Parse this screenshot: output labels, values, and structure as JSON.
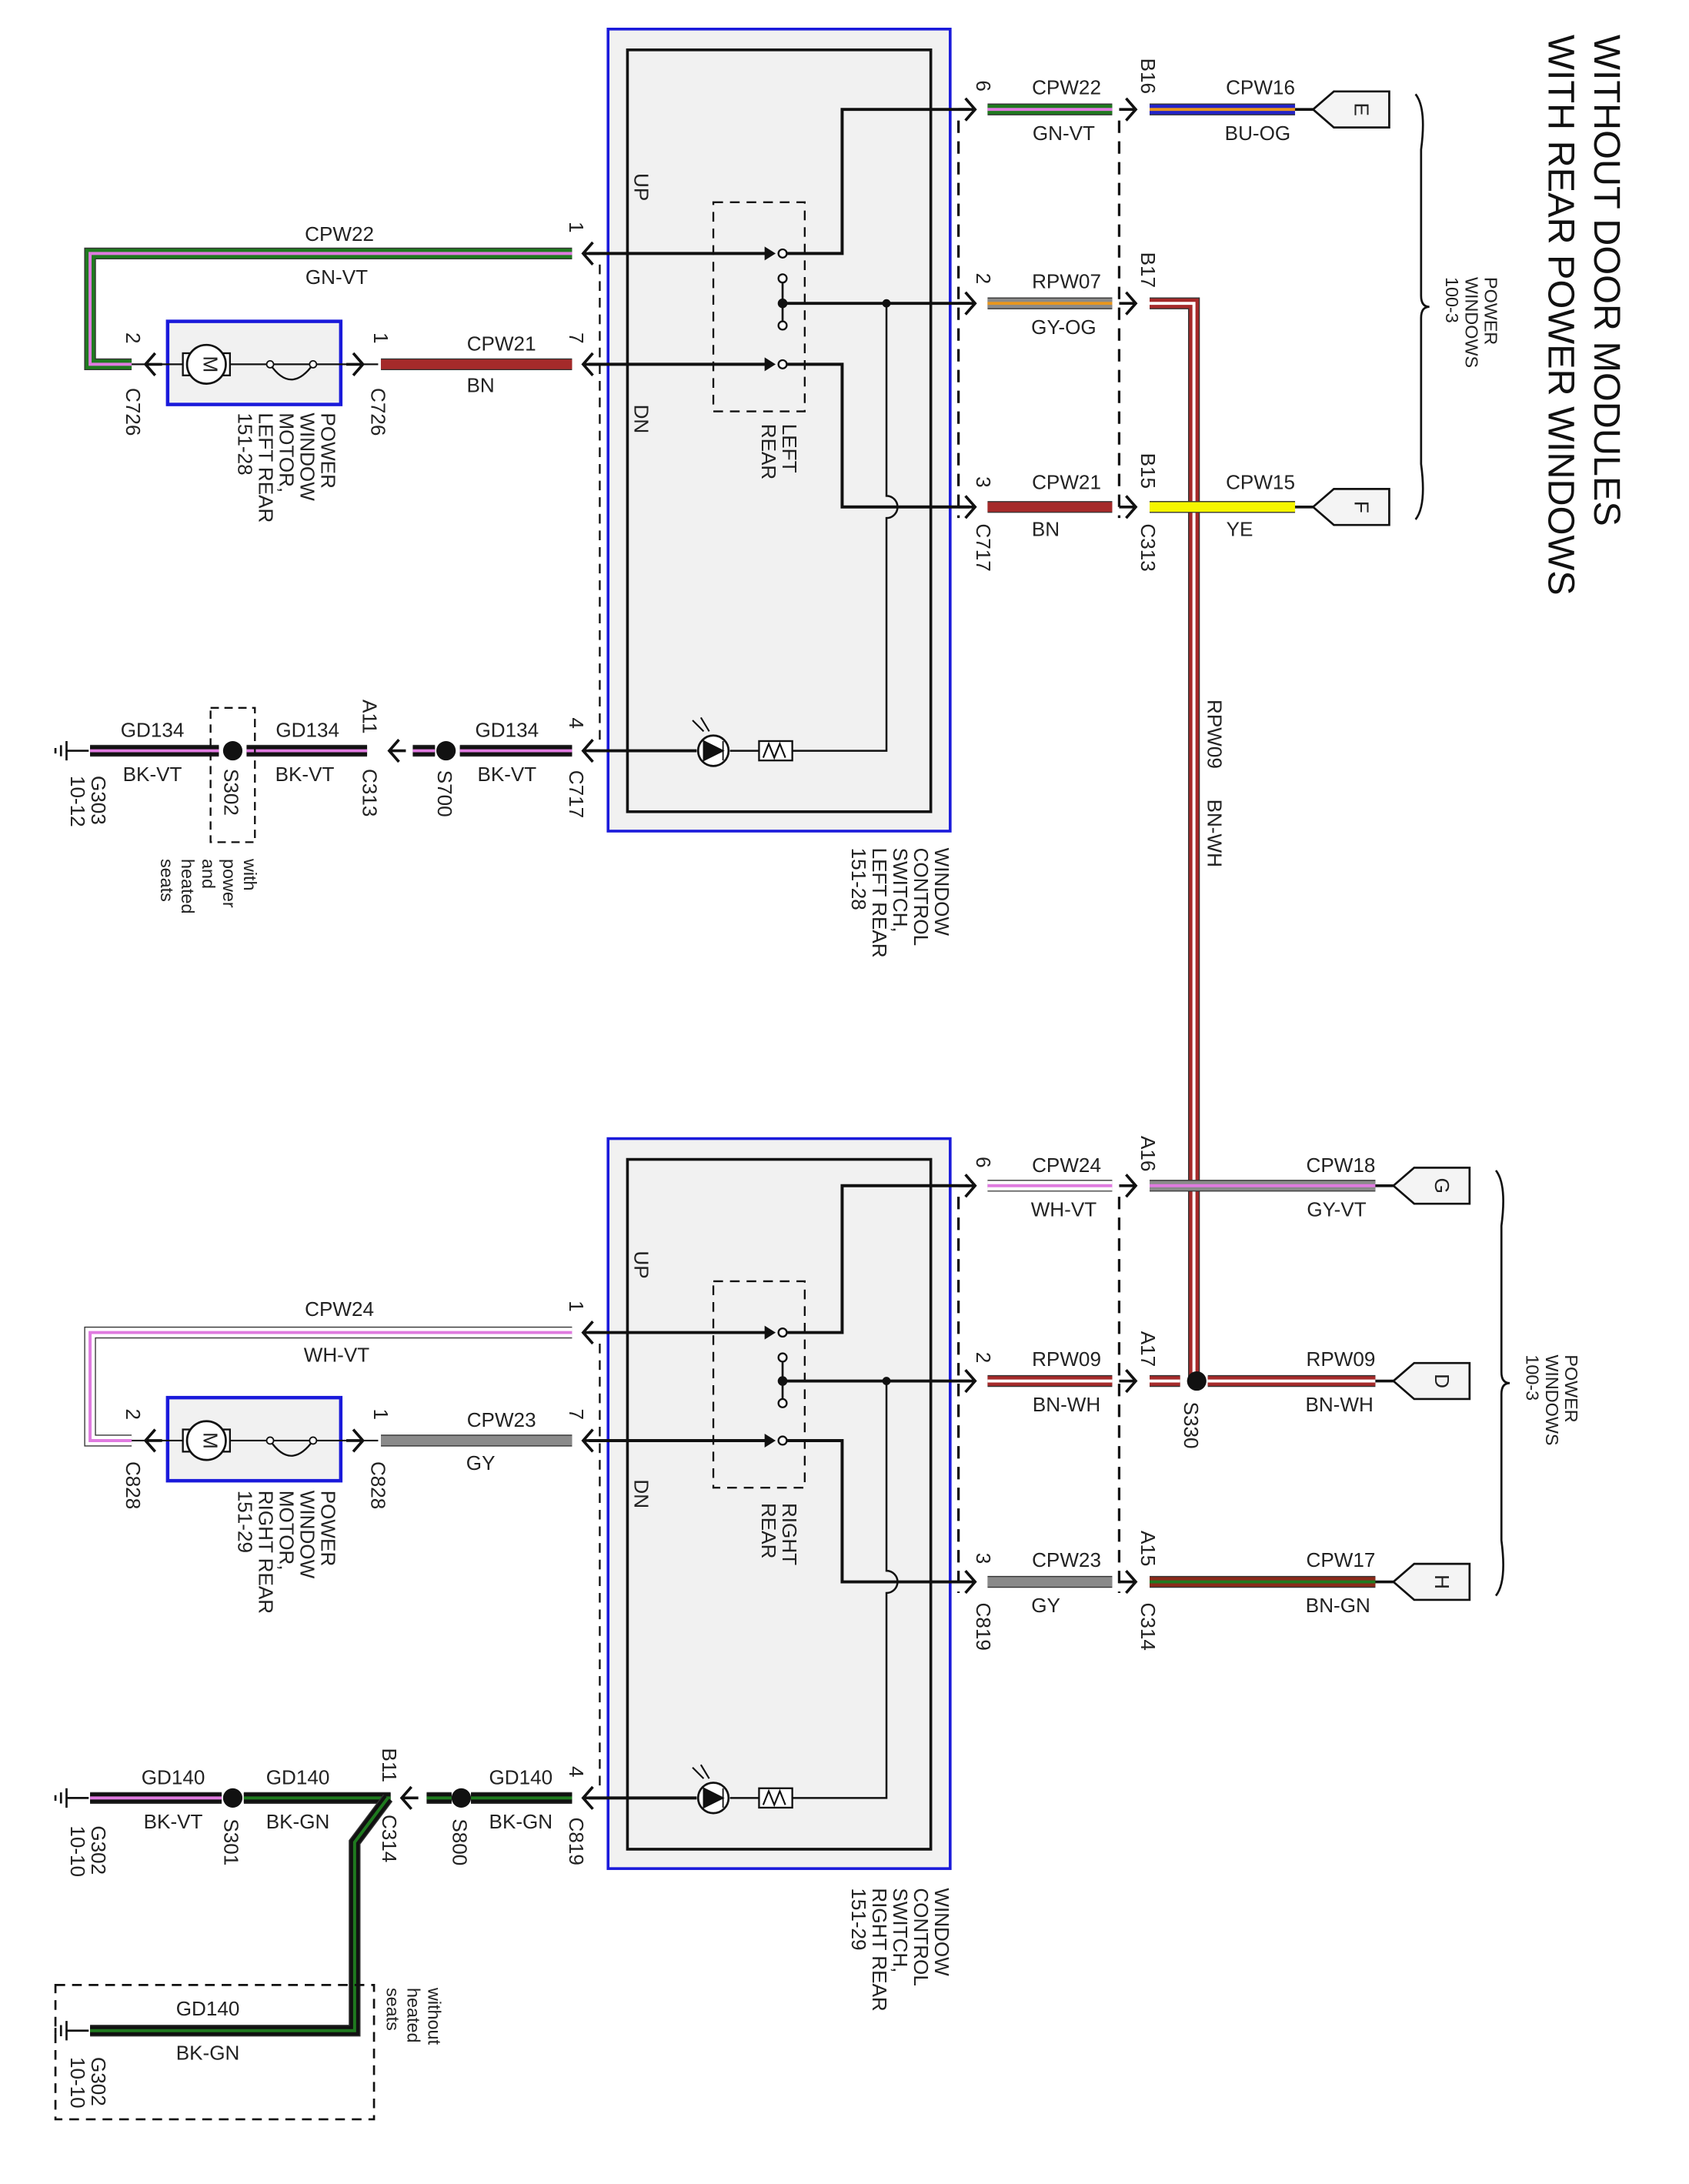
{
  "title": {
    "line1": "WITHOUT DOOR MODULES",
    "line2": "WITH REAR POWER WINDOWS"
  },
  "colors": {
    "module_border": "#1a1adb",
    "module_fill": "#f1f1f1",
    "wire": {
      "GN-VT": [
        "#1f7a1f",
        "#e07be0"
      ],
      "BN": [
        "#a52a2a",
        "#a52a2a"
      ],
      "GY-OG": [
        "#8a8a8a",
        "#e8961e"
      ],
      "BU-OG": [
        "#2323c8",
        "#e8961e"
      ],
      "YE": [
        "#f5f500",
        "#f5f500"
      ],
      "BN-WH": [
        "#a52a2a",
        "#ffffff"
      ],
      "BK-VT": [
        "#111111",
        "#e07be0"
      ],
      "WH-VT": [
        "#ffffff",
        "#e07be0"
      ],
      "GY": [
        "#8a8a8a",
        "#8a8a8a"
      ],
      "GY-VT": [
        "#8a8a8a",
        "#e07be0"
      ],
      "BN-GN": [
        "#8b2a1a",
        "#1f7a1f"
      ],
      "BK-GN": [
        "#111111",
        "#1f7a1f"
      ]
    }
  },
  "crossover": {
    "circuit": "RPW09",
    "color": "BN-WH"
  },
  "left_rear": {
    "switch": {
      "name": [
        "WINDOW",
        "CONTROL",
        "SWITCH,",
        "LEFT REAR",
        "151-28"
      ],
      "up": "UP",
      "dn": "DN",
      "contacts_label": [
        "LEFT",
        "REAR"
      ]
    },
    "motor": {
      "name": [
        "POWER",
        "WINDOW",
        "MOTOR,",
        "LEFT REAR",
        "151-28"
      ],
      "symbol": "M",
      "connector": "C726",
      "pin_a": "2",
      "pin_b": "1"
    },
    "switch_connector": "C717",
    "inline_connector": "C313",
    "pins": {
      "p6": "6",
      "p1": "1",
      "p2": "2",
      "p7": "7",
      "p3": "3",
      "p4": "4"
    },
    "inline_pins": {
      "a": "B16",
      "b": "B17",
      "c": "B15",
      "gnd": "A11"
    },
    "wires": {
      "motor_up": {
        "circuit": "CPW22",
        "color": "GN-VT"
      },
      "motor_dn": {
        "circuit": "CPW21",
        "color": "BN"
      },
      "out6": {
        "circuit": "CPW22",
        "color": "GN-VT"
      },
      "out2": {
        "circuit": "RPW07",
        "color": "GY-OG"
      },
      "out3": {
        "circuit": "CPW21",
        "color": "BN"
      },
      "far6": {
        "circuit": "CPW16",
        "color": "BU-OG"
      },
      "far3": {
        "circuit": "CPW15",
        "color": "YE"
      },
      "gnd_switch": {
        "circuit": "GD134",
        "color": "BK-VT"
      },
      "gnd_mid": {
        "circuit": "GD134",
        "color": "BK-VT"
      },
      "gnd_end": {
        "circuit": "GD134",
        "color": "BK-VT"
      }
    },
    "splices": {
      "near": "S700",
      "option": "S302"
    },
    "ground": {
      "id": "G303",
      "ref": "10-12"
    },
    "option_note": [
      "with",
      "power",
      "and",
      "heated",
      "seats"
    ],
    "connectors_to": {
      "top": "E",
      "bottom": "F"
    },
    "reference": [
      "POWER",
      "WINDOWS",
      "100-3"
    ]
  },
  "right_rear": {
    "switch": {
      "name": [
        "WINDOW",
        "CONTROL",
        "SWITCH,",
        "RIGHT REAR",
        "151-29"
      ],
      "up": "UP",
      "dn": "DN",
      "contacts_label": [
        "RIGHT",
        "REAR"
      ]
    },
    "motor": {
      "name": [
        "POWER",
        "WINDOW",
        "MOTOR,",
        "RIGHT REAR",
        "151-29"
      ],
      "symbol": "M",
      "connector": "C828",
      "pin_a": "2",
      "pin_b": "1"
    },
    "switch_connector": "C819",
    "inline_connector": "C314",
    "pins": {
      "p6": "6",
      "p1": "1",
      "p2": "2",
      "p7": "7",
      "p3": "3",
      "p4": "4"
    },
    "inline_pins": {
      "a": "A16",
      "b": "A17",
      "c": "A15",
      "gnd": "B11"
    },
    "wires": {
      "motor_up": {
        "circuit": "CPW24",
        "color": "WH-VT"
      },
      "motor_dn": {
        "circuit": "CPW23",
        "color": "GY"
      },
      "out6": {
        "circuit": "CPW24",
        "color": "WH-VT"
      },
      "out2": {
        "circuit": "RPW09",
        "color": "BN-WH"
      },
      "out3": {
        "circuit": "CPW23",
        "color": "GY"
      },
      "far6": {
        "circuit": "CPW18",
        "color": "GY-VT"
      },
      "far2": {
        "circuit": "RPW09",
        "color": "BN-WH"
      },
      "far3": {
        "circuit": "CPW17",
        "color": "BN-GN"
      },
      "gnd_switch": {
        "circuit": "GD140",
        "color": "BK-GN"
      },
      "gnd_mid": {
        "circuit": "GD140",
        "color": "BK-GN"
      },
      "gnd_end": {
        "circuit": "GD140",
        "color": "BK-VT"
      },
      "gnd_alt": {
        "circuit": "GD140",
        "color": "BK-GN"
      }
    },
    "splices": {
      "near": "S800",
      "mid": "S301",
      "crossover": "S330"
    },
    "ground": {
      "id": "G302",
      "ref": "10-10"
    },
    "ground_alt": {
      "id": "G302",
      "ref": "10-10"
    },
    "option_note": [
      "without",
      "heated",
      "seats"
    ],
    "connectors_to": {
      "top": "G",
      "middle": "D",
      "bottom": "H"
    },
    "reference": [
      "POWER",
      "WINDOWS",
      "100-3"
    ]
  }
}
